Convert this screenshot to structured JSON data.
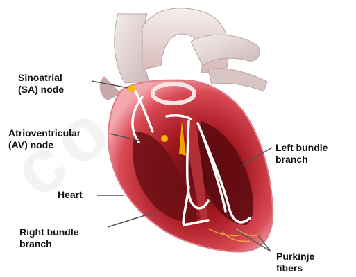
{
  "labels": {
    "sa_line1": "Sinoatrial",
    "sa_line2": "(SA) node",
    "av_line1": "Atrioventricular",
    "av_line2": "(AV) node",
    "heart": "Heart",
    "rbb_line1": "Right bundle",
    "rbb_line2": "branch",
    "lbb_line1": "Left bundle",
    "lbb_line2": "branch",
    "pf_line1": "Purkinje",
    "pf_line2": "fibers"
  },
  "watermark": "co",
  "colors": {
    "muscle": "#c8262e",
    "muscle_light": "#f0a0a8",
    "vessel": "#e8d6d6",
    "chamber": "#7a1414",
    "conduction": "#ffffff",
    "node": "#f5b800"
  }
}
